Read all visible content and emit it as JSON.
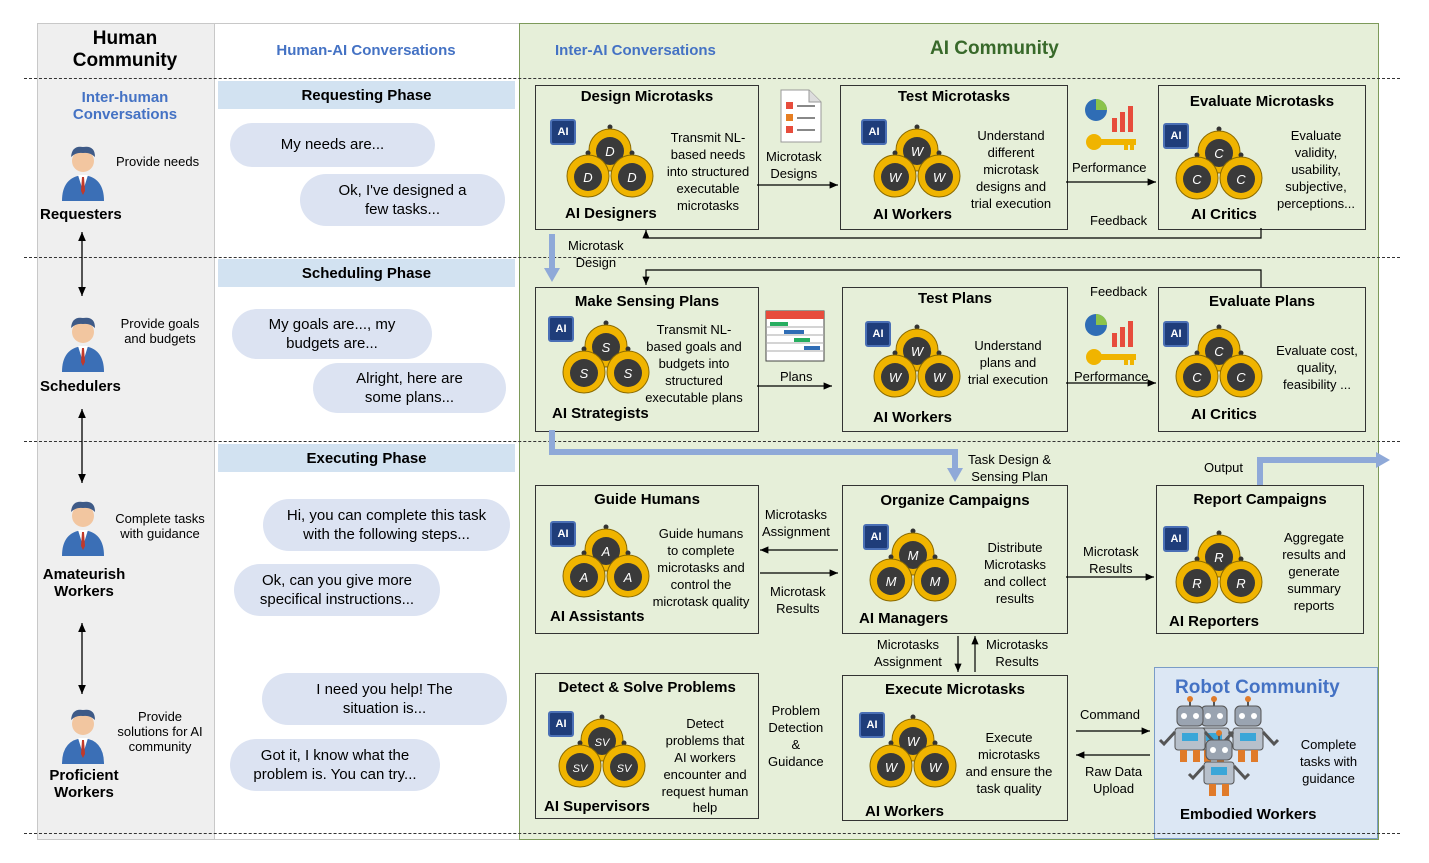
{
  "columns": {
    "human_title": "Human Community",
    "human_title_l1": "Human",
    "human_title_l2": "Community",
    "human_ai": "Human-AI Conversations",
    "inter_ai": "Inter-AI Conversations",
    "ai_community": "AI Community",
    "inter_human_l1": "Inter-human",
    "inter_human_l2": "Conversations"
  },
  "phases": {
    "requesting": "Requesting Phase",
    "scheduling": "Scheduling Phase",
    "executing": "Executing Phase"
  },
  "humans": [
    {
      "role": "Requesters",
      "role_l2": "",
      "desc_l1": "Provide needs",
      "desc_l2": "",
      "desc_l3": ""
    },
    {
      "role": "Schedulers",
      "role_l2": "",
      "desc_l1": "Provide goals",
      "desc_l2": "and budgets",
      "desc_l3": ""
    },
    {
      "role": "Amateurish",
      "role_l2": "Workers",
      "desc_l1": "Complete tasks",
      "desc_l2": "with guidance",
      "desc_l3": ""
    },
    {
      "role": "Proficient",
      "role_l2": "Workers",
      "desc_l1": "Provide",
      "desc_l2": "solutions for AI",
      "desc_l3": "community"
    }
  ],
  "bubbles": [
    {
      "l1": "My needs are...",
      "l2": ""
    },
    {
      "l1": "Ok, I've designed a",
      "l2": "few tasks..."
    },
    {
      "l1": "My goals are..., my",
      "l2": "budgets are..."
    },
    {
      "l1": "Alright, here are",
      "l2": "some plans..."
    },
    {
      "l1": "Hi, you can complete this task",
      "l2": "with the following steps..."
    },
    {
      "l1": "Ok, can you give more",
      "l2": "specifical instructions..."
    },
    {
      "l1": "I need you help! The",
      "l2": "situation is..."
    },
    {
      "l1": "Got it, I know what the",
      "l2": "problem is. You can  try..."
    }
  ],
  "boxes": {
    "design": {
      "title": "Design Microtasks",
      "desc": [
        "Transmit NL-",
        "based needs",
        "into structured",
        "executable",
        "microtasks"
      ],
      "name": "AI Designers",
      "letter": "D"
    },
    "test_mt": {
      "title": "Test Microtasks",
      "desc": [
        "Understand",
        "different",
        "microtask",
        "designs and",
        "trial execution"
      ],
      "name": "AI Workers",
      "letter": "W"
    },
    "eval_mt": {
      "title": "Evaluate Microtasks",
      "desc": [
        "Evaluate",
        "validity,",
        "usability,",
        "subjective,",
        "perceptions..."
      ],
      "name": "AI Critics",
      "letter": "C"
    },
    "plans": {
      "title": "Make Sensing Plans",
      "desc": [
        "Transmit NL-",
        "based goals and",
        "budgets into",
        "structured",
        "executable plans"
      ],
      "name": "AI Strategists",
      "letter": "S"
    },
    "test_pl": {
      "title": "Test Plans",
      "desc": [
        "Understand",
        "plans and",
        "trial execution"
      ],
      "name": "AI Workers",
      "letter": "W"
    },
    "eval_pl": {
      "title": "Evaluate Plans",
      "desc": [
        "Evaluate cost,",
        "quality,",
        "feasibility ..."
      ],
      "name": "AI Critics",
      "letter": "C"
    },
    "guide": {
      "title": "Guide Humans",
      "desc": [
        "Guide humans",
        "to complete",
        "microtasks and",
        "control the",
        "microtask quality"
      ],
      "name": "AI Assistants",
      "letter": "A"
    },
    "organize": {
      "title": "Organize Campaigns",
      "desc": [
        "Distribute",
        "Microtasks",
        "and collect",
        "results"
      ],
      "name": "AI Managers",
      "letter": "M"
    },
    "report": {
      "title": "Report Campaigns",
      "desc": [
        "Aggregate",
        "results and",
        "generate",
        "summary",
        "reports"
      ],
      "name": "AI Reporters",
      "letter": "R"
    },
    "detect": {
      "title": "Detect & Solve Problems",
      "desc": [
        "Detect",
        "problems that",
        "AI workers",
        "encounter and",
        "request human",
        "help"
      ],
      "name": "AI Supervisors",
      "letter": "SV"
    },
    "execute": {
      "title": "Execute Microtasks",
      "desc": [
        "Execute",
        "microtasks",
        "and ensure the",
        "task quality"
      ],
      "name": "AI Workers",
      "letter": "W"
    }
  },
  "ai_chip": "AI",
  "labels": {
    "microtask_designs": [
      "Microtask",
      "Designs"
    ],
    "performance1": "Performance",
    "feedback1": "Feedback",
    "microtask_design": [
      "Microtask",
      "Design"
    ],
    "feedback2": "Feedback",
    "plans": "Plans",
    "performance2": "Performance",
    "task_design_sensing": [
      "Task Design &",
      "Sensing Plan"
    ],
    "output": "Output",
    "mt_assignment_l": [
      "Microtasks",
      "Assignment"
    ],
    "mt_results_l": [
      "Microtask",
      "Results"
    ],
    "mt_results_r": [
      "Microtask",
      "Results"
    ],
    "mt_assignment_v": [
      "Microtasks",
      "Assignment"
    ],
    "mt_results_v": [
      "Microtasks",
      "Results"
    ],
    "problem": [
      "Problem",
      "Detection",
      "&",
      "Guidance"
    ],
    "command": "Command",
    "raw_data": [
      "Raw Data",
      "Upload"
    ]
  },
  "robot": {
    "title": "Robot Community",
    "desc": [
      "Complete",
      "tasks  with",
      "guidance"
    ],
    "name": "Embodied Workers"
  },
  "colors": {
    "ai_bg": "#e6efd9",
    "human_bg": "#efefef",
    "phase_bg": "#d2e2f1",
    "bubble": "#dce3f2",
    "robot_bg": "#dce7f4",
    "flow_arrow": "#8fa9d8",
    "agent_gold": "#f0b400",
    "accent_blue": "#4472c4",
    "accent_green": "#38692a"
  }
}
